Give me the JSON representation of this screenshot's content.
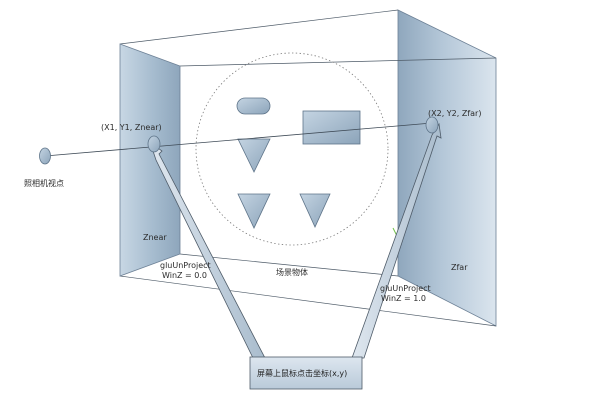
{
  "labels": {
    "camera": "照相机视点",
    "near_point": "(X1, Y1, Znear)",
    "far_point": "(X2, Y2, Zfar)",
    "near_plane": "Znear",
    "far_plane": "Zfar",
    "scene": "场景物体",
    "unproject_near_line1": "gluUnProject",
    "unproject_near_line2": "WinZ = 0.0",
    "unproject_far_line1": "gluUnProject",
    "unproject_far_line2": "WinZ = 1.0",
    "screen_click": "屏幕上鼠标点击坐标(x,y)"
  },
  "colors": {
    "plane_fill": "#a9bfd2",
    "plane_fill_light": "#d7e2ec",
    "plane_stroke": "#6d8196",
    "shape_fill": "#9fb5c9",
    "shape_stroke": "#5e7489",
    "box_fill": "#c9d7e4",
    "line": "#3e4a56",
    "dotted": "#7a7a7a",
    "green_accent": "#6fbf4a"
  }
}
